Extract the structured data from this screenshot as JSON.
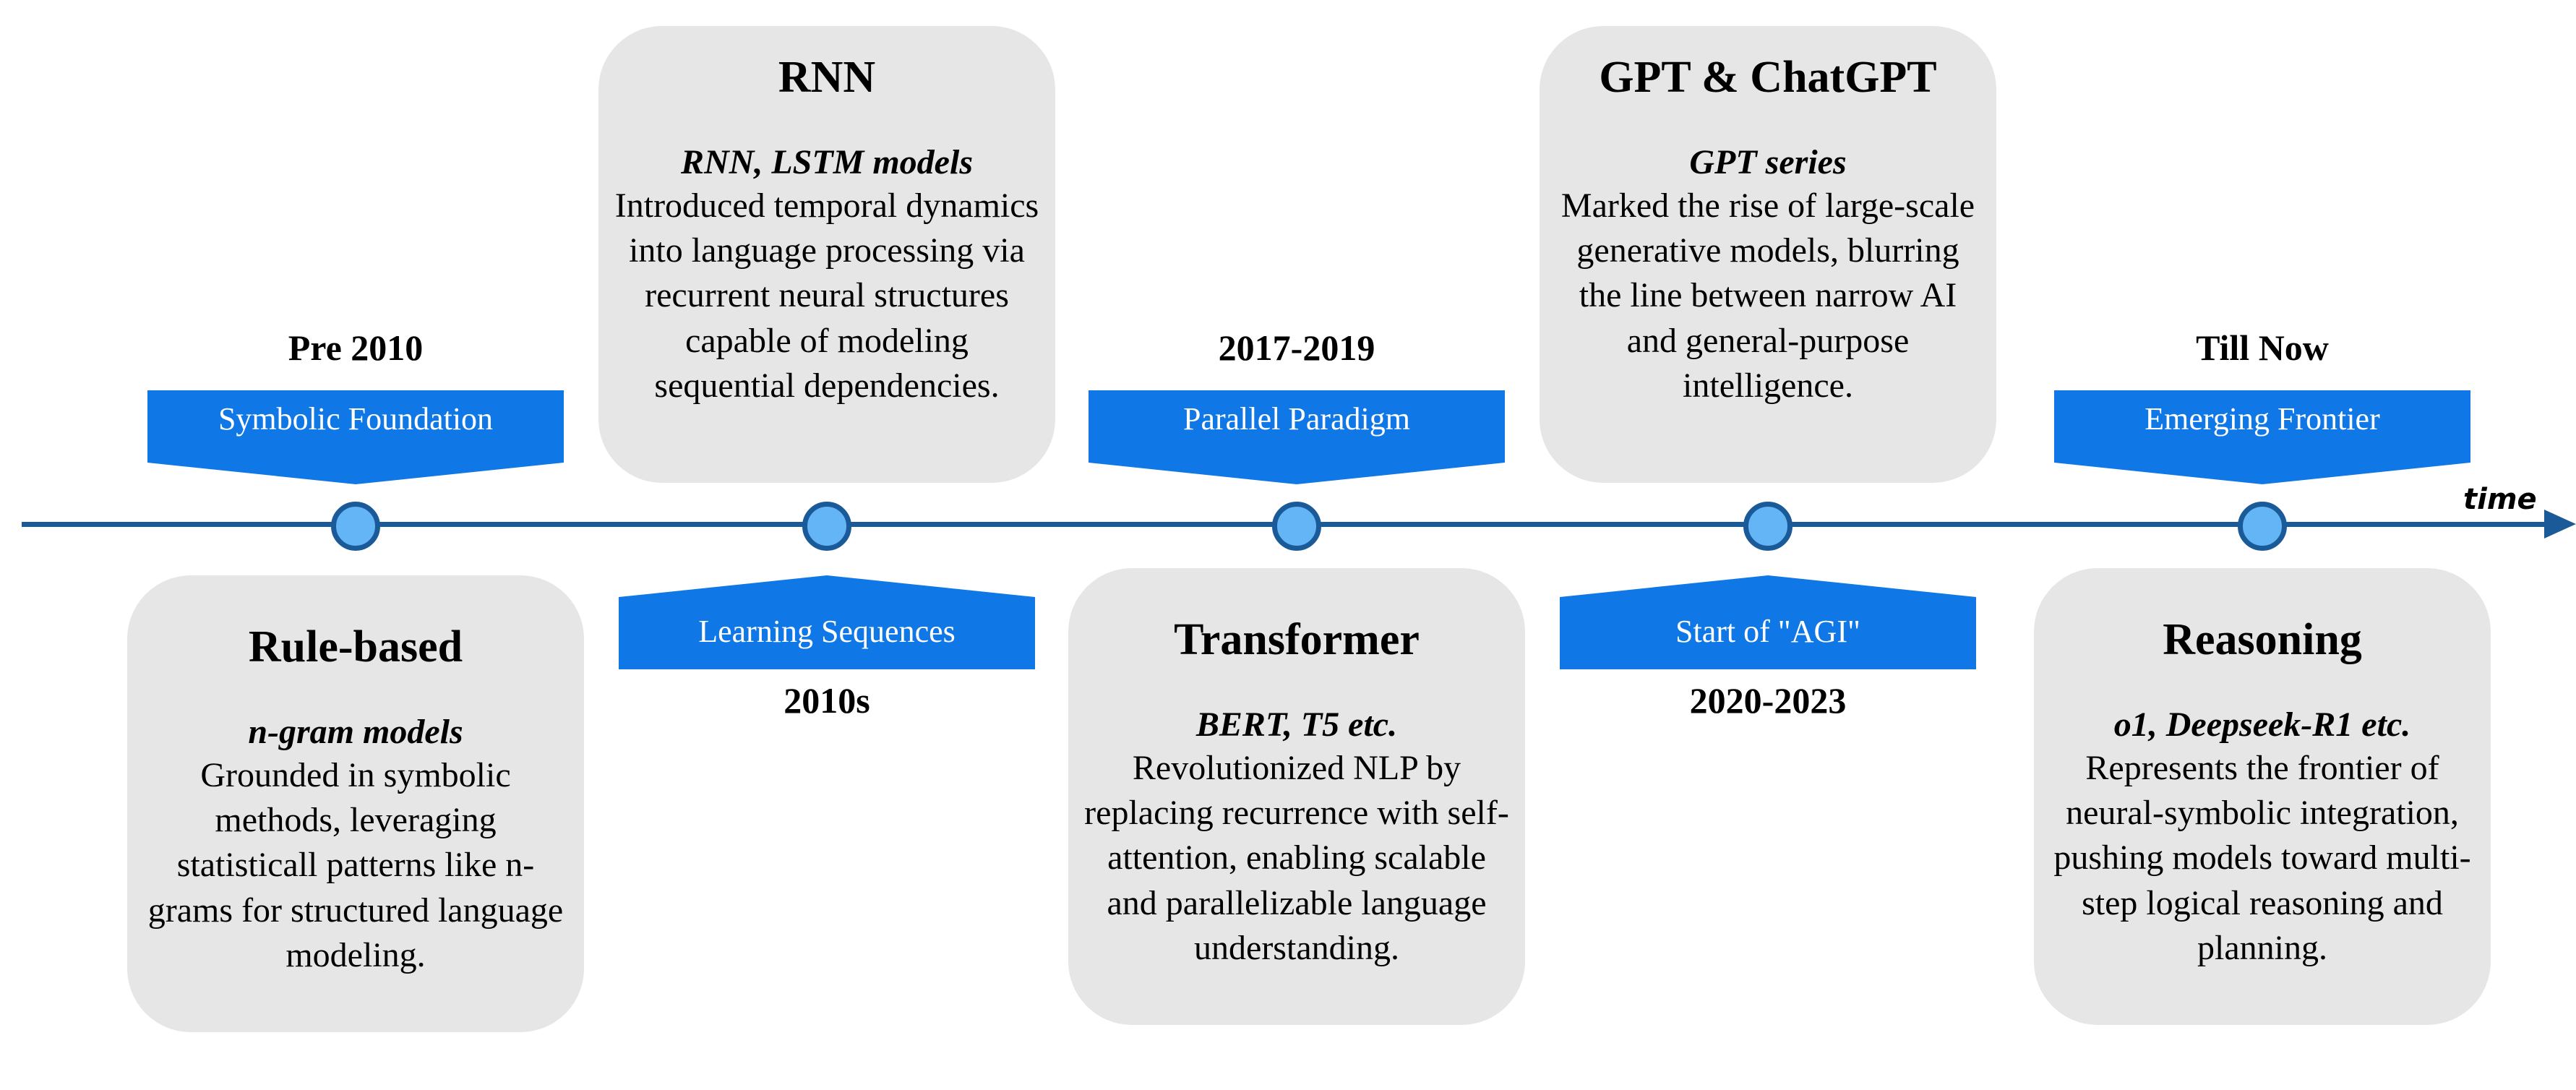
{
  "axis_label": "time",
  "colors": {
    "axis": "#1a5a98",
    "tag": "#0f78e6",
    "dot": "#64b5f6",
    "card": "#e6e6e6"
  },
  "eras": [
    {
      "year": "Pre 2010",
      "tag": "Symbolic Foundation",
      "title": "Rule-based",
      "models": "n-gram models",
      "description": "Grounded in symbolic methods, leveraging statisticall patterns like n-grams for structured language modeling."
    },
    {
      "year": "2010s",
      "tag": "Learning Sequences",
      "title": "RNN",
      "models": "RNN, LSTM models",
      "description": "Introduced temporal dynamics into language processing via recurrent neural structures capable of modeling sequential dependencies."
    },
    {
      "year": "2017-2019",
      "tag": "Parallel Paradigm",
      "title": "Transformer",
      "models": "BERT, T5 etc.",
      "description": "Revolutionized NLP by replacing recurrence with self-attention, enabling scalable and parallelizable language understanding."
    },
    {
      "year": "2020-2023",
      "tag": "Start of \"AGI\"",
      "title": "GPT & ChatGPT",
      "models": "GPT series",
      "description": "Marked the rise of large-scale generative models, blurring the line between narrow AI and general-purpose intelligence."
    },
    {
      "year": "Till Now",
      "tag": "Emerging Frontier",
      "title": "Reasoning",
      "models": "o1, Deepseek-R1 etc.",
      "description": "Represents the frontier of neural-symbolic integration, pushing models toward multi-step logical reasoning and planning."
    }
  ]
}
